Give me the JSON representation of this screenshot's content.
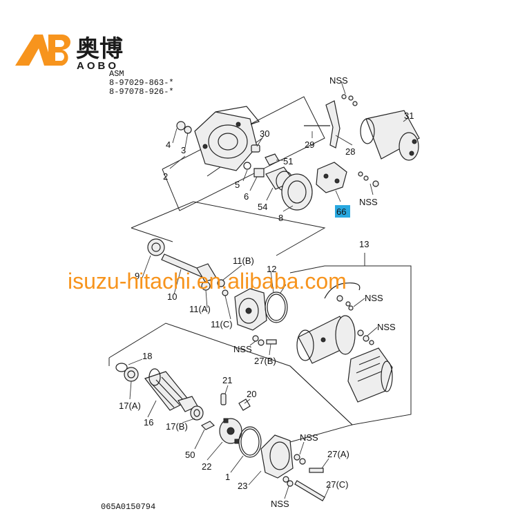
{
  "brand": {
    "logo_letters": "AB",
    "name_cn": "奥博",
    "name_en": "AOBO",
    "colors": {
      "orange": "#f7941d",
      "black": "#1a1a1a"
    }
  },
  "header": {
    "asm": "ASM",
    "part_no_1": "8-97029-863-*",
    "part_no_2": "8-97078-926-*"
  },
  "watermark": {
    "text": "isuzu-hitachi.en.alibaba.com",
    "color": "#f7941d"
  },
  "footer": {
    "drawing_no": "065A0150794"
  },
  "highlight": {
    "label": "66",
    "color": "#29a8e0"
  },
  "callouts": {
    "c2": "2",
    "c3": "3",
    "c4": "4",
    "c5": "5",
    "c6": "6",
    "c8": "8",
    "c9": "9",
    "c10": "10",
    "c11a": "11(A)",
    "c11b": "11(B)",
    "c11c": "11(C)",
    "c12": "12",
    "c13": "13",
    "c16": "16",
    "c17a": "17(A)",
    "c17b": "17(B)",
    "c18": "18",
    "c20": "20",
    "c21": "21",
    "c22": "22",
    "c23": "23",
    "c27a": "27(A)",
    "c27b": "27(B)",
    "c27c": "27(C)",
    "c28": "28",
    "c29": "29",
    "c30": "30",
    "c31": "31",
    "c50": "50",
    "c51": "51",
    "c54": "54",
    "c1": "1",
    "nss1": "NSS",
    "nss2": "NSS",
    "nss3": "NSS",
    "nss4": "NSS",
    "nss5": "NSS",
    "nss6": "NSS",
    "nss7": "NSS"
  }
}
